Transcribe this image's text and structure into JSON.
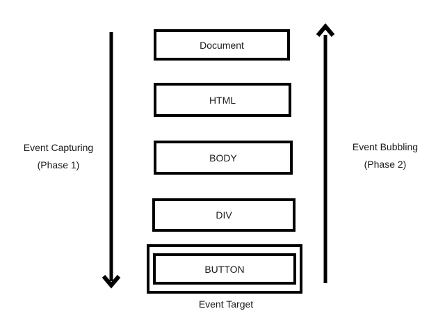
{
  "colors": {
    "background": "#ffffff",
    "line": "#000000",
    "text": "#1a1a1a"
  },
  "boxes": [
    {
      "label": "Document"
    },
    {
      "label": "HTML"
    },
    {
      "label": "BODY"
    },
    {
      "label": "DIV"
    },
    {
      "label": "BUTTON",
      "double_border": true
    }
  ],
  "left_label": {
    "line1": "Event Capturing",
    "line2": "(Phase 1)"
  },
  "right_label": {
    "line1": "Event Bubbling",
    "line2": "(Phase 2)"
  },
  "target_caption": "Event Target",
  "arrows": [
    {
      "name": "capturing-arrow",
      "direction": "down"
    },
    {
      "name": "bubbling-arrow",
      "direction": "up"
    }
  ]
}
